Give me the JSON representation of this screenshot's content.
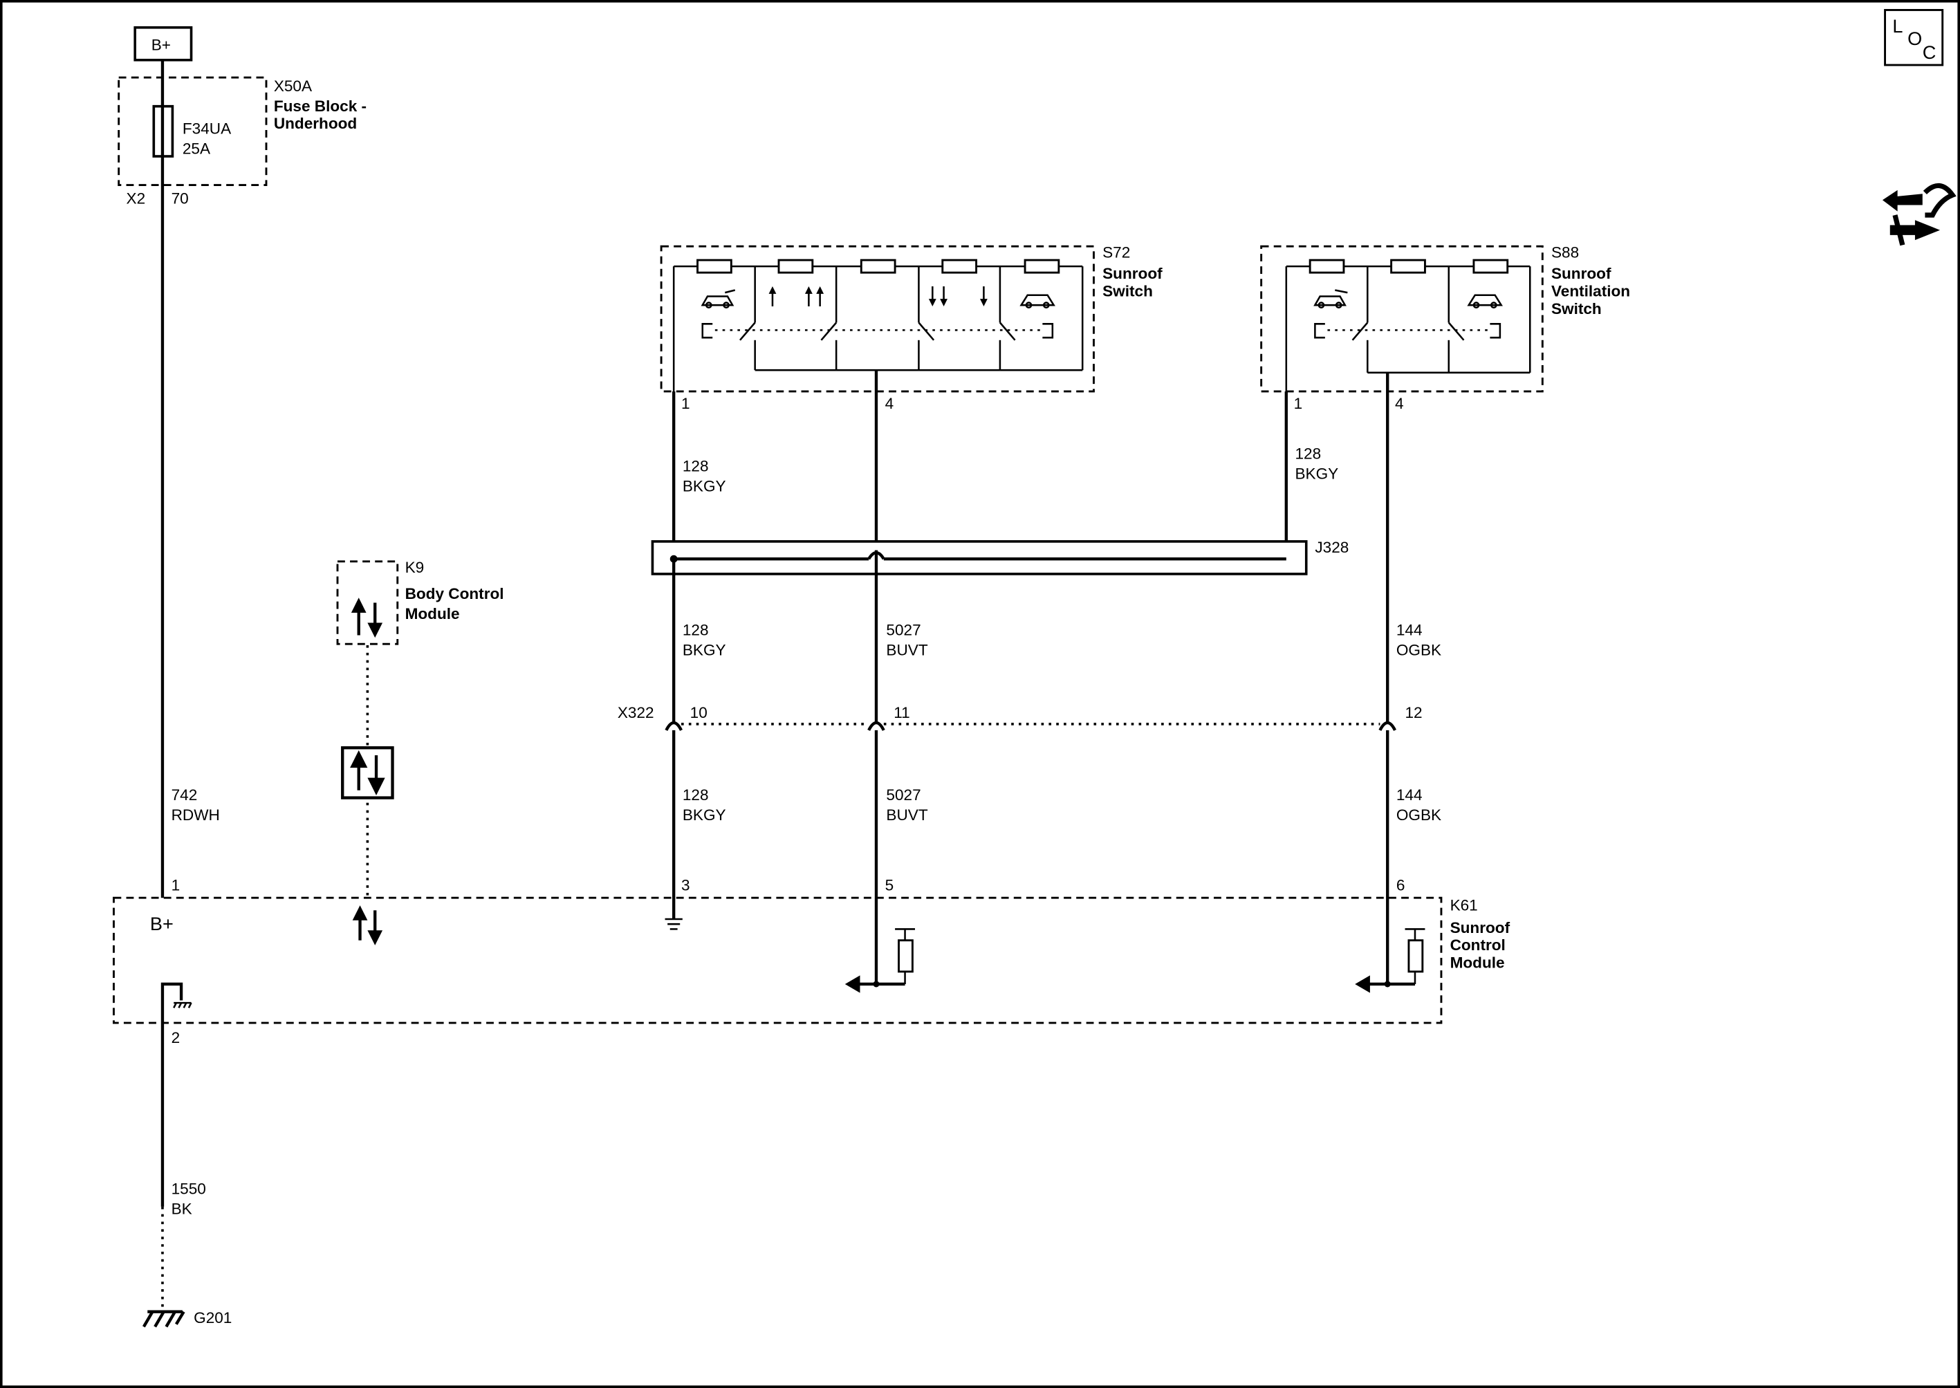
{
  "corner": {
    "loc_letters": [
      "L",
      "O",
      "C"
    ]
  },
  "top_left": {
    "battery_label": "B+",
    "fuse_block_id": "X50A",
    "fuse_block_name_line1": "Fuse Block -",
    "fuse_block_name_line2": "Underhood",
    "fuse_name": "F34UA",
    "fuse_rating": "25A",
    "connector": "X2",
    "pin": "70"
  },
  "wire_742": {
    "circuit": "742",
    "color": "RDWH"
  },
  "bcm": {
    "id": "K9",
    "name_line1": "Body Control",
    "name_line2": "Module"
  },
  "s72": {
    "id": "S72",
    "name_line1": "Sunroof",
    "name_line2": "Switch",
    "pin_left": "1",
    "pin_right": "4"
  },
  "s88": {
    "id": "S88",
    "name_line1": "Sunroof",
    "name_line2": "Ventilation",
    "name_line3": "Switch",
    "pin_left": "1",
    "pin_right": "4"
  },
  "wires": {
    "s72_upper": {
      "circuit": "128",
      "color": "BKGY"
    },
    "s88_upper": {
      "circuit": "128",
      "color": "BKGY"
    },
    "a_mid": {
      "circuit": "128",
      "color": "BKGY"
    },
    "b_mid": {
      "circuit": "5027",
      "color": "BUVT"
    },
    "c_mid": {
      "circuit": "144",
      "color": "OGBK"
    },
    "a_low": {
      "circuit": "128",
      "color": "BKGY"
    },
    "b_low": {
      "circuit": "5027",
      "color": "BUVT"
    },
    "c_low": {
      "circuit": "144",
      "color": "OGBK"
    }
  },
  "splice": {
    "id": "J328"
  },
  "inline_connector": {
    "id": "X322",
    "pins": [
      "10",
      "11",
      "12"
    ]
  },
  "k61": {
    "id": "K61",
    "name_line1": "Sunroof",
    "name_line2": "Control",
    "name_line3": "Module",
    "power_label": "B+",
    "pins": {
      "power": "1",
      "ground": "2",
      "a": "3",
      "b": "5",
      "c": "6"
    }
  },
  "ground": {
    "circuit": "1550",
    "color": "BK",
    "id": "G201"
  }
}
